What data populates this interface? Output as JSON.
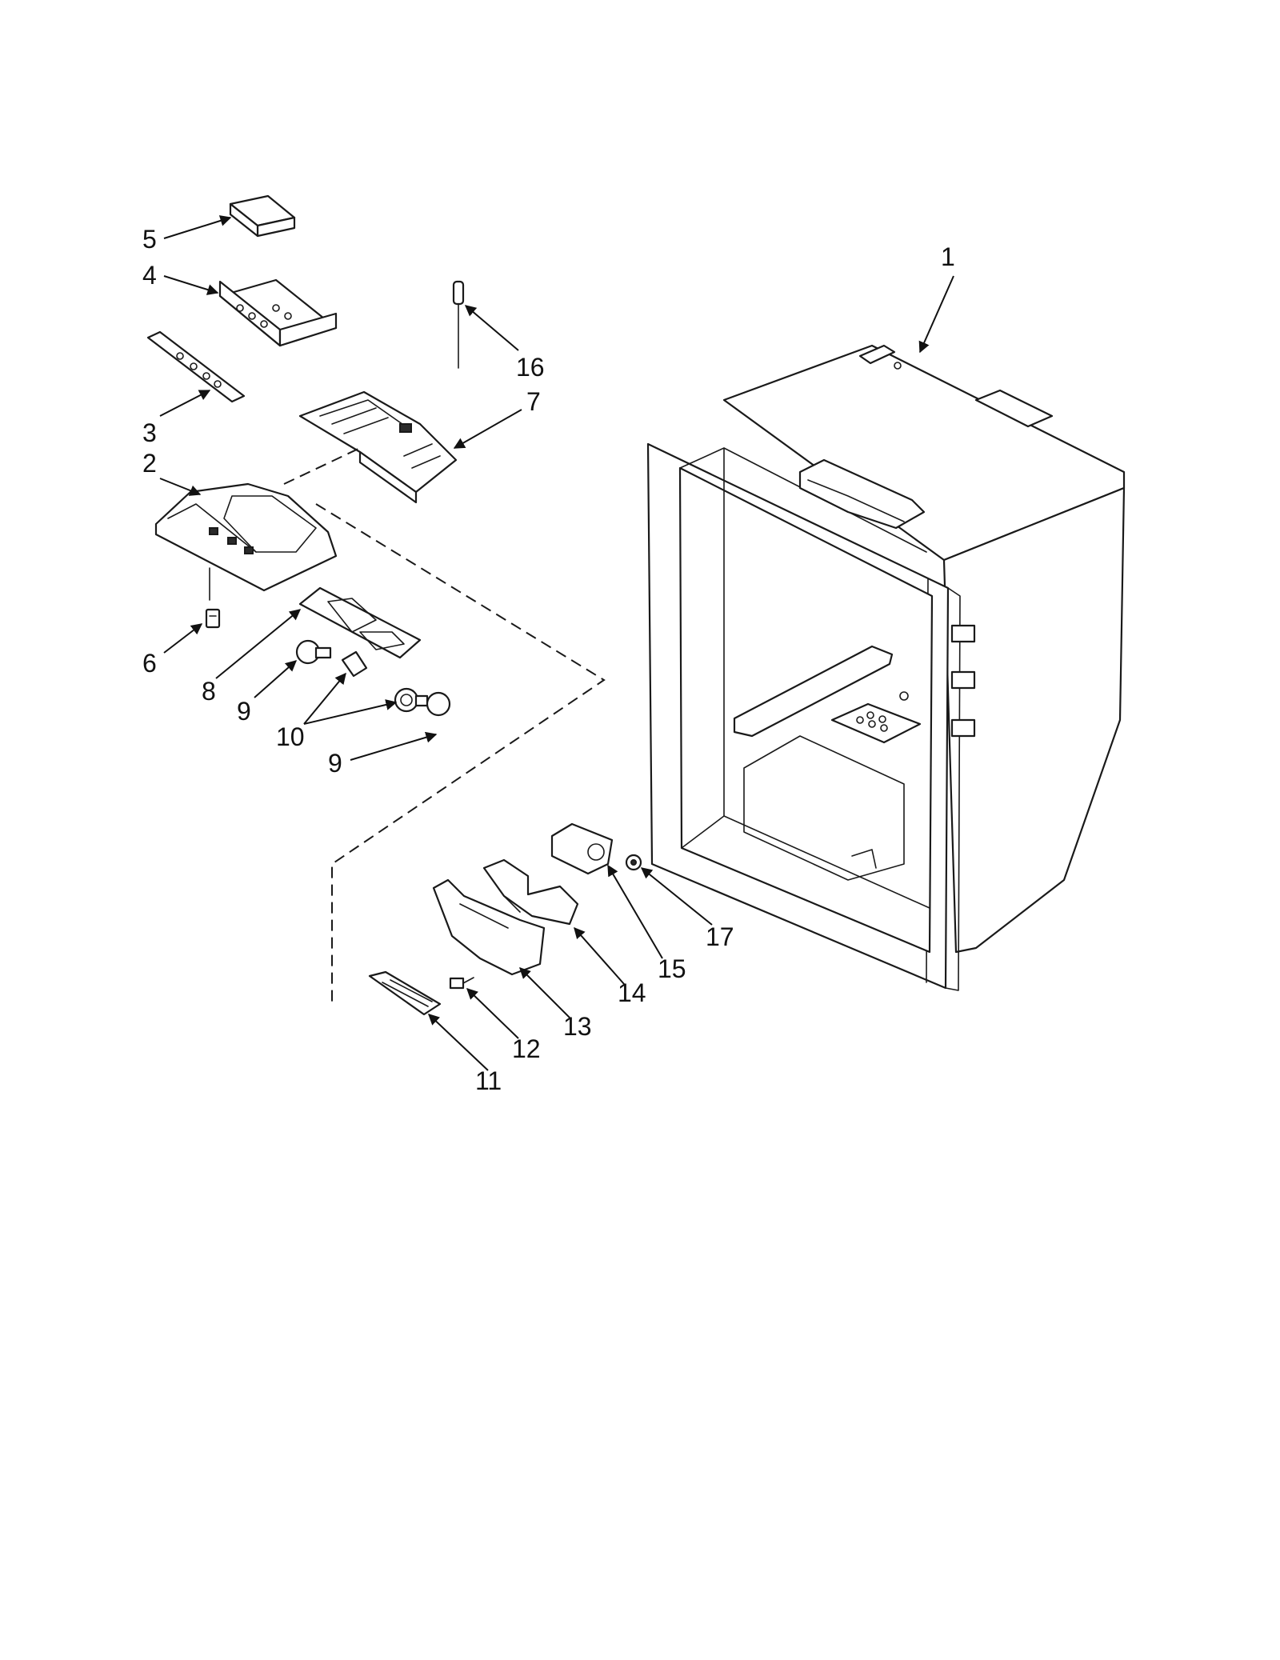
{
  "callouts": [
    {
      "id": "c1",
      "label": "1"
    },
    {
      "id": "c2",
      "label": "2"
    },
    {
      "id": "c3",
      "label": "3"
    },
    {
      "id": "c4",
      "label": "4"
    },
    {
      "id": "c5",
      "label": "5"
    },
    {
      "id": "c6",
      "label": "6"
    },
    {
      "id": "c7",
      "label": "7"
    },
    {
      "id": "c8",
      "label": "8"
    },
    {
      "id": "c9a",
      "label": "9"
    },
    {
      "id": "c9b",
      "label": "9"
    },
    {
      "id": "c10",
      "label": "10"
    },
    {
      "id": "c11",
      "label": "11"
    },
    {
      "id": "c12",
      "label": "12"
    },
    {
      "id": "c13",
      "label": "13"
    },
    {
      "id": "c14",
      "label": "14"
    },
    {
      "id": "c15",
      "label": "15"
    },
    {
      "id": "c16",
      "label": "16"
    },
    {
      "id": "c17",
      "label": "17"
    }
  ]
}
